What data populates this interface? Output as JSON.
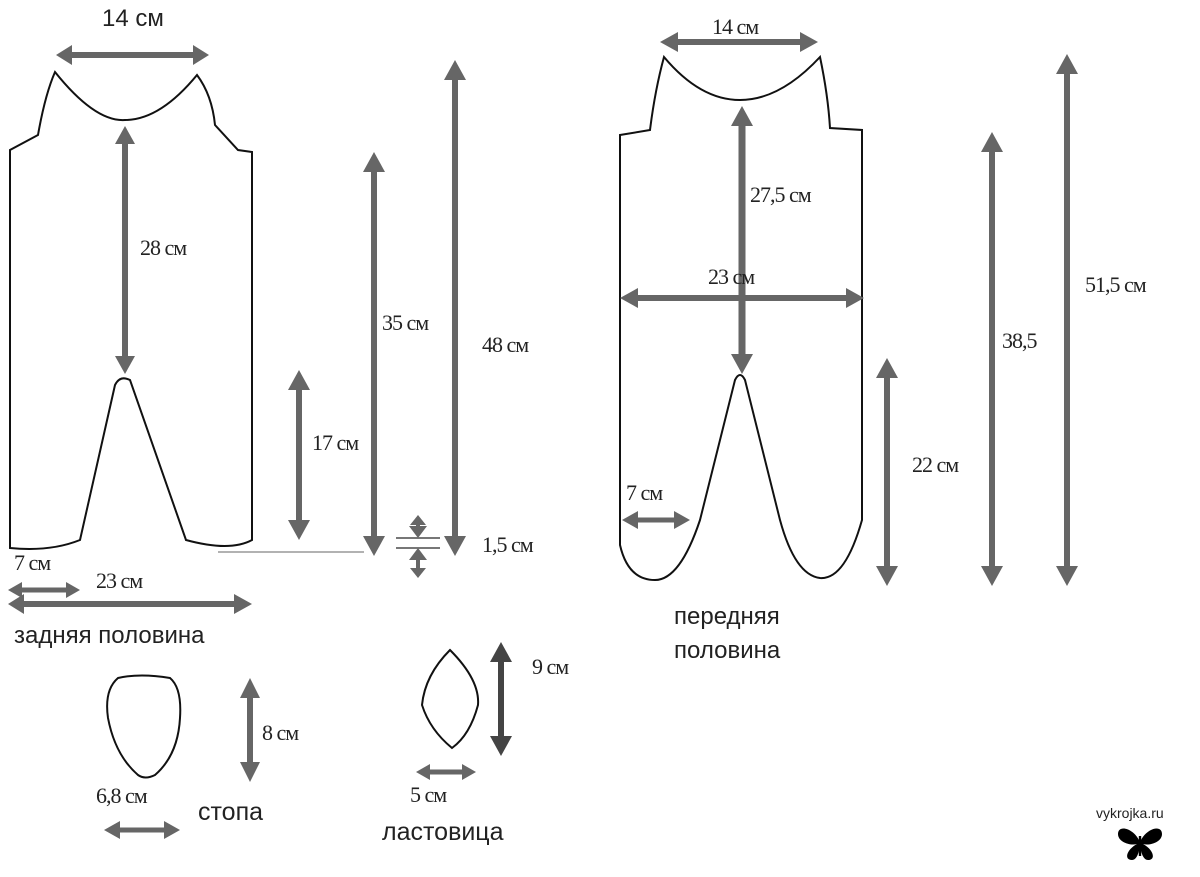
{
  "back_half": {
    "caption": "задняя половина",
    "top_width": "14 см",
    "body_length": "28 см",
    "leg_length": "17 см",
    "side_length": "35 см",
    "total_length": "48 см",
    "hem_allowance": "1,5 см",
    "leg_width": "7 см",
    "width": "23 см"
  },
  "front_half": {
    "caption_line1": "передняя",
    "caption_line2": "половина",
    "top_width": "14 см",
    "body_length": "27,5 см",
    "width": "23 см",
    "leg_width": "7 см",
    "leg_length": "22 см",
    "side_length": "38,5",
    "total_length": "51,5 см"
  },
  "foot": {
    "caption": "стопа",
    "height": "8 см",
    "width": "6,8 см"
  },
  "gusset": {
    "caption": "ластовица",
    "height": "9 см",
    "width": "5 см"
  },
  "watermark": {
    "site": "vykrojka.ru",
    "logo_icon": "butterfly-icon"
  },
  "colors": {
    "arrow": "#666666",
    "arrow_dark": "#444444",
    "outline": "#111111",
    "background": "#ffffff"
  }
}
